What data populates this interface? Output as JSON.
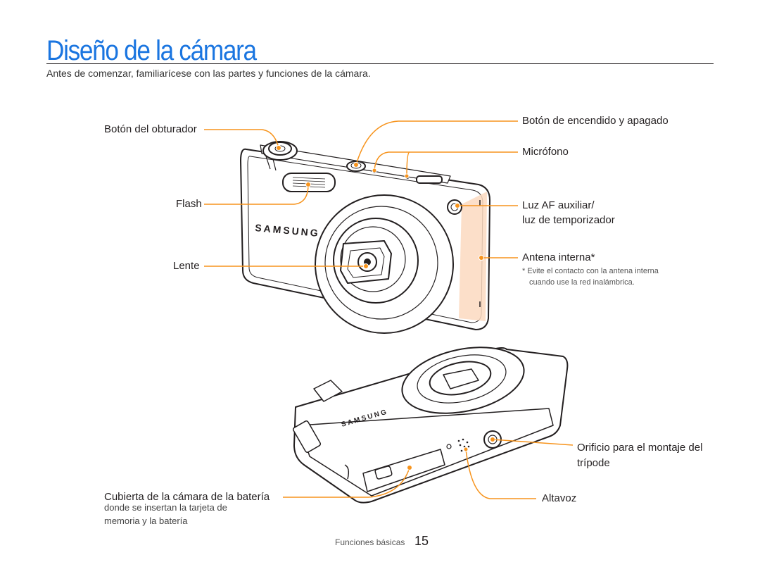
{
  "page": {
    "title": "Diseño de la cámara",
    "intro": "Antes de comenzar, familiarícese con las partes y funciones de la cámara.",
    "footer_section": "Funciones básicas",
    "page_number": "15"
  },
  "labels": {
    "shutter": "Botón del obturador",
    "flash": "Flash",
    "lens": "Lente",
    "power": "Botón de encendido y apagado",
    "mic": "Micrófono",
    "af_line1": "Luz AF auxiliar/",
    "af_line2": "luz de temporizador",
    "antenna": "Antena interna*",
    "antenna_note_line1": "* Evite el contacto con la antena interna",
    "antenna_note_line2": "cuando use la red inalámbrica.",
    "tripod_line1": "Orificio para el montaje del",
    "tripod_line2": "trípode",
    "speaker": "Altavoz",
    "battery": "Cubierta de la cámara de la batería",
    "battery_sub_line1": "donde se insertan la tarjeta de",
    "battery_sub_line2": "memoria y la batería"
  },
  "branding": {
    "logo_text": "SAMSUNG"
  },
  "colors": {
    "title": "#1a75e0",
    "callout": "#f7941d",
    "antenna_highlight": "#fbd9c0"
  }
}
